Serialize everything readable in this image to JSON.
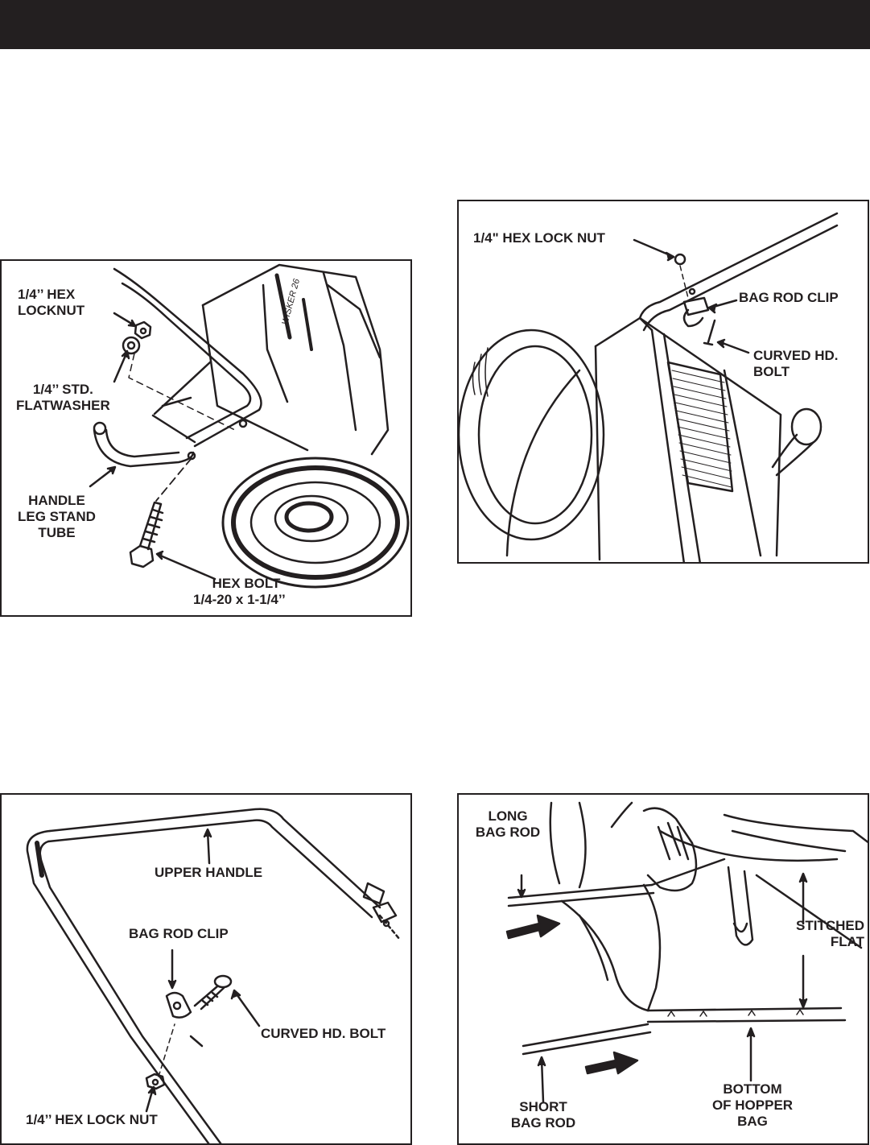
{
  "colors": {
    "ink": "#231f20",
    "paper": "#ffffff"
  },
  "figures": {
    "fig1": {
      "locknut": [
        "1/4’’ HEX",
        "LOCKNUT"
      ],
      "flatwasher": [
        "1/4’’ STD.",
        "FLATWASHER"
      ],
      "leg_tube": [
        "HANDLE",
        "LEG STAND",
        "TUBE"
      ],
      "hex_bolt": [
        "HEX BOLT",
        "1/4-20 x 1-1/4’’"
      ],
      "decal": "WISKER 26"
    },
    "fig2": {
      "lock_nut": "1/4\" HEX LOCK NUT",
      "clip": "BAG ROD CLIP",
      "bolt": [
        "CURVED HD.",
        "BOLT"
      ]
    },
    "fig3": {
      "upper_handle": "UPPER  HANDLE",
      "clip": "BAG ROD CLIP",
      "bolt": "CURVED HD. BOLT",
      "lock_nut": "1/4’’ HEX LOCK NUT"
    },
    "fig4": {
      "long_rod": [
        "LONG",
        "BAG ROD"
      ],
      "stitched": [
        "STITCHED",
        "FLAT"
      ],
      "short_rod": [
        "SHORT",
        "BAG ROD"
      ],
      "bottom": [
        "BOTTOM",
        "OF HOPPER",
        "BAG"
      ]
    }
  }
}
